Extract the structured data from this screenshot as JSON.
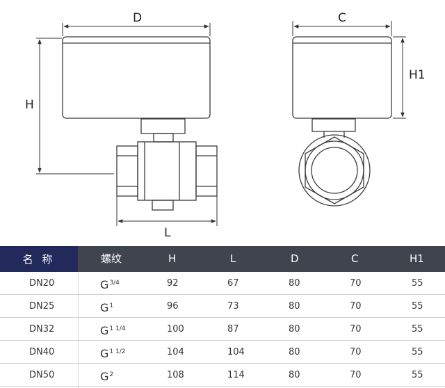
{
  "drawing": {
    "front_view_labels": {
      "width": "D",
      "height": "H",
      "length": "L"
    },
    "side_view_labels": {
      "width": "C",
      "height": "H1"
    }
  },
  "table": {
    "headers": [
      "名 称",
      "螺纹",
      "H",
      "L",
      "D",
      "C",
      "H1"
    ],
    "rows": [
      {
        "name": "DN20",
        "thread_base": "G",
        "thread_sup": "3/4",
        "H": "92",
        "L": "67",
        "D": "80",
        "C": "70",
        "H1": "55"
      },
      {
        "name": "DN25",
        "thread_base": "G",
        "thread_sup": "1",
        "H": "96",
        "L": "73",
        "D": "80",
        "C": "70",
        "H1": "55"
      },
      {
        "name": "DN32",
        "thread_base": "G",
        "thread_sup": "1 1/4",
        "H": "100",
        "L": "87",
        "D": "80",
        "C": "70",
        "H1": "55"
      },
      {
        "name": "DN40",
        "thread_base": "G",
        "thread_sup": "1 1/2",
        "H": "104",
        "L": "104",
        "D": "80",
        "C": "70",
        "H1": "55"
      },
      {
        "name": "DN50",
        "thread_base": "G",
        "thread_sup": "2",
        "H": "108",
        "L": "114",
        "D": "80",
        "C": "70",
        "H1": "55"
      }
    ]
  },
  "colors": {
    "header_name_bg": "#222a5c",
    "header_bg": "#40444f",
    "line": "#3a3a3a"
  }
}
